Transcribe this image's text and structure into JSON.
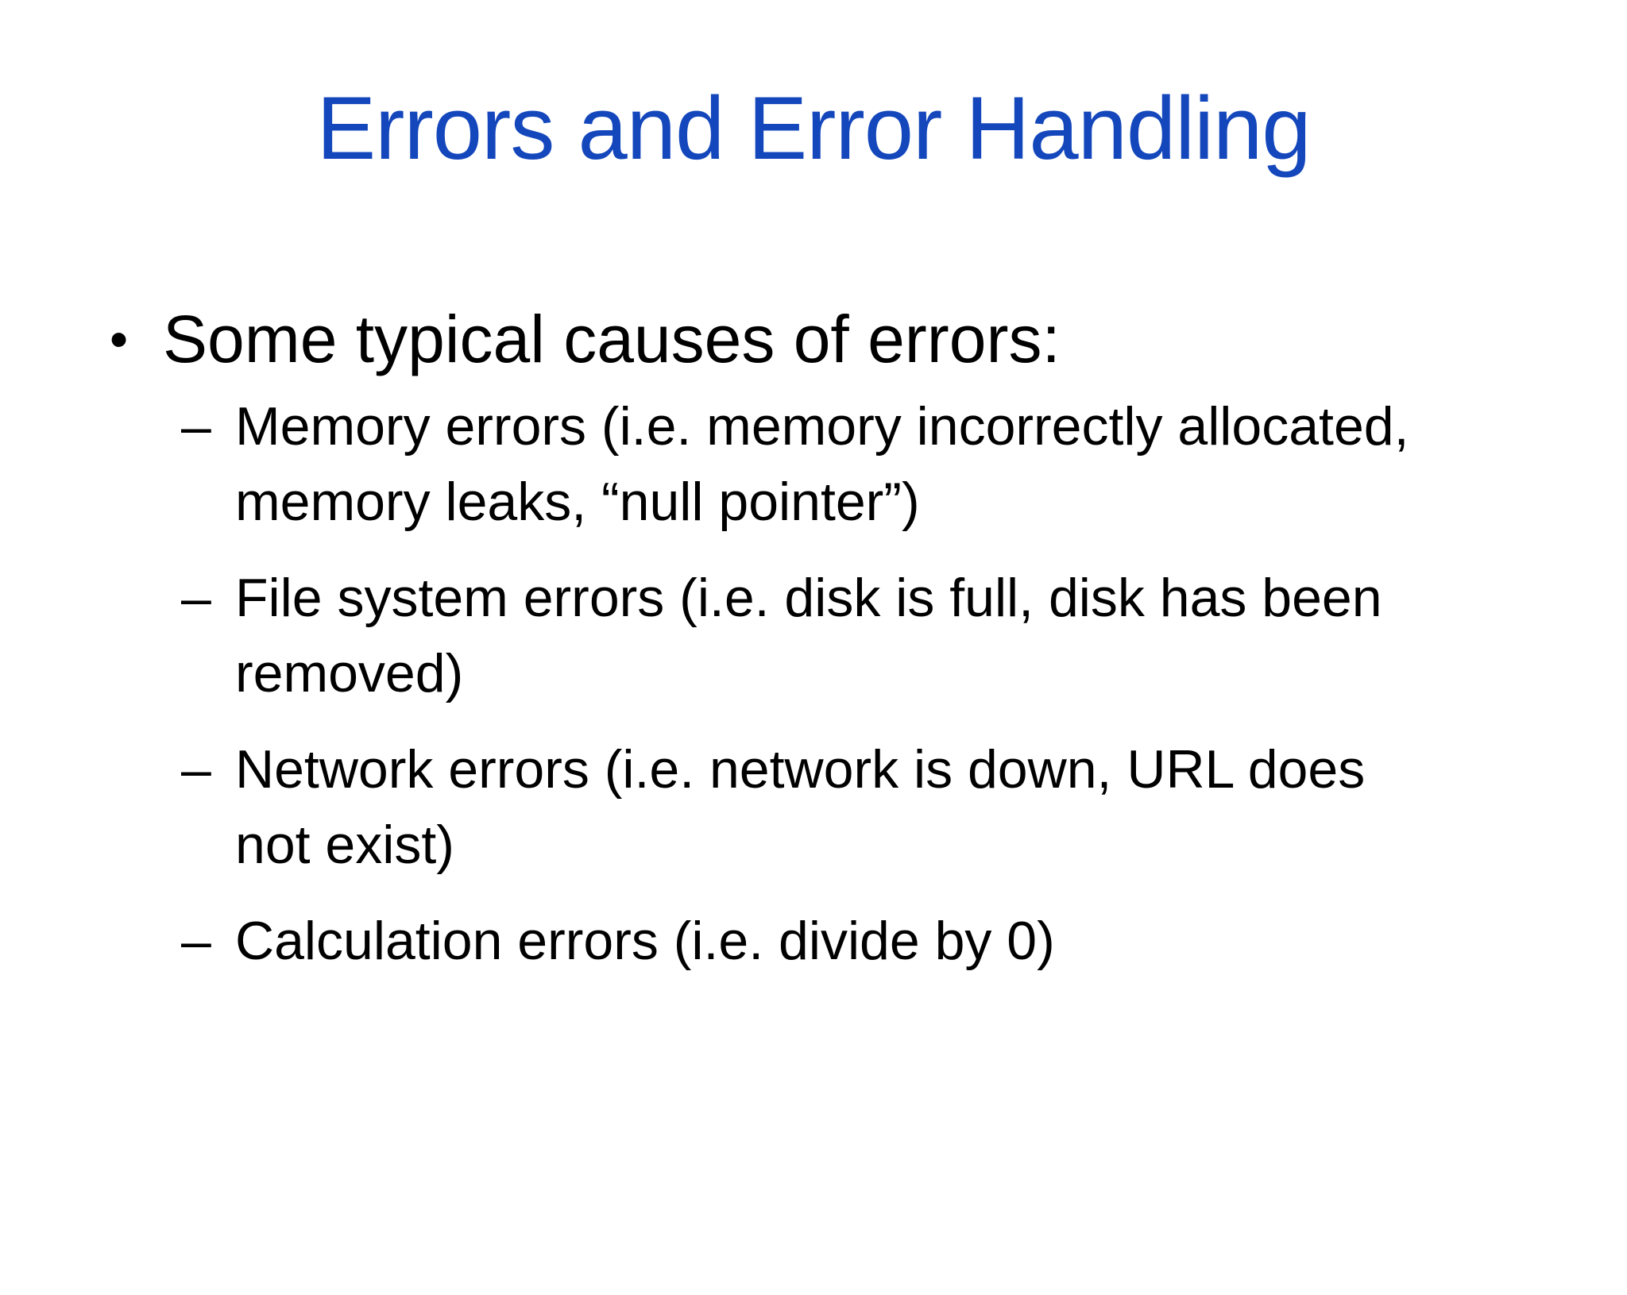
{
  "slide": {
    "title": "Errors and Error Handling",
    "title_color": "#1447BC",
    "bullet_char": "•",
    "dash_char": "–",
    "main_bullet": {
      "text": "Some typical causes of errors:"
    },
    "sub_bullets": [
      {
        "lines": [
          "Memory errors (i.e. memory incorrectly allocated,",
          "memory leaks, “null pointer”)"
        ]
      },
      {
        "lines": [
          "File system errors (i.e. disk is full, disk has been",
          "removed)"
        ]
      },
      {
        "lines": [
          "Network errors (i.e. network is down, URL does",
          "not exist)"
        ]
      },
      {
        "lines": [
          "Calculation errors (i.e. divide by 0)"
        ]
      }
    ]
  }
}
